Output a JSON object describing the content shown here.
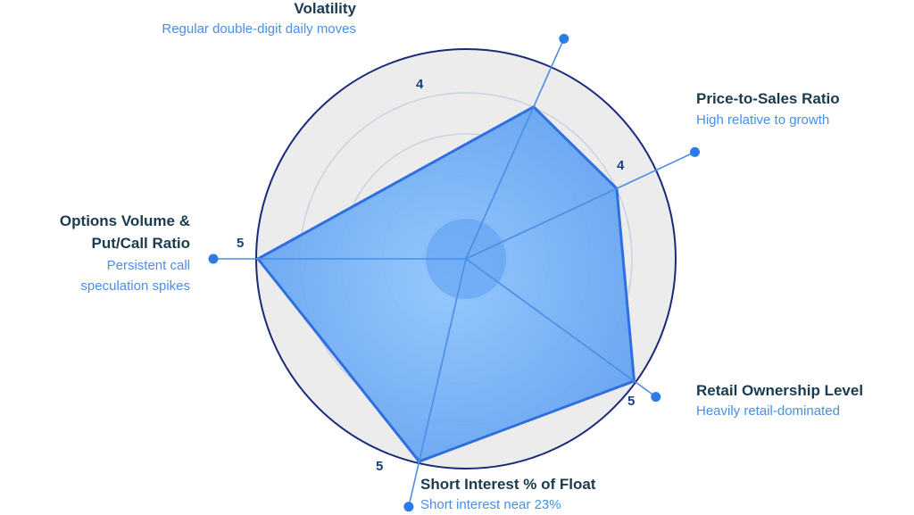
{
  "chart_data": {
    "type": "radar",
    "max": 5,
    "axes": [
      {
        "title": "Volatility",
        "desc": "Regular double-digit daily moves",
        "value": 4
      },
      {
        "title": "Price-to-Sales Ratio",
        "desc": "High relative to growth",
        "value": 4
      },
      {
        "title": "Retail Ownership Level",
        "desc": "Heavily retail-dominated",
        "value": 5
      },
      {
        "title": "Short Interest % of Float",
        "desc": "Short interest near 23%",
        "value": 5
      },
      {
        "title": "Options Volume & Put/Call Ratio",
        "title_lines": [
          "Options Volume &",
          "Put/Call Ratio"
        ],
        "desc": "Persistent call speculation spikes",
        "desc_lines": [
          "Persistent call",
          "speculation spikes"
        ],
        "value": 5
      }
    ]
  },
  "colors": {
    "outer_fill": "#ececec",
    "outer_ring": "#1a2a7a",
    "grid_ring": "#c8d2e2",
    "axis_line": "#4a8ee6",
    "polygon_fill": "#3f8df0",
    "polygon_stroke": "#2f6fe0",
    "dot": "#2e7be6"
  }
}
